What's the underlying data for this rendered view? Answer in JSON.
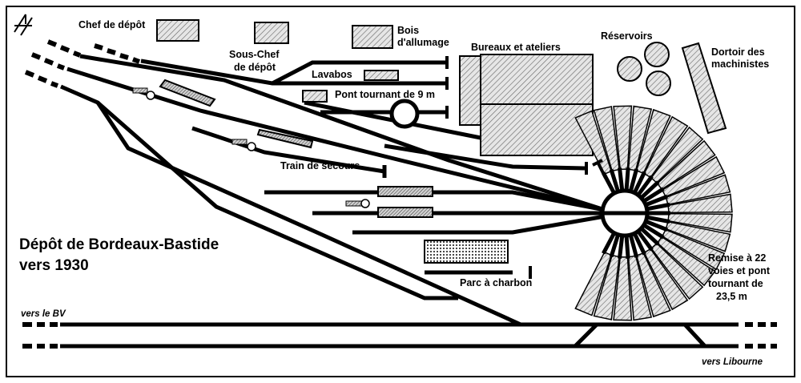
{
  "title": {
    "line1": "Dépôt de Bordeaux-Bastide",
    "line2": "vers 1930"
  },
  "labels": {
    "chef_depot": "Chef de dépôt",
    "sous_chef_l1": "Sous-Chef",
    "sous_chef_l2": "de dépôt",
    "bois_l1": "Bois",
    "bois_l2": "d'allumage",
    "bureaux": "Bureaux et ateliers",
    "reservoirs": "Réservoirs",
    "dortoir_l1": "Dortoir des",
    "dortoir_l2": "machinistes",
    "lavabos": "Lavabos",
    "pont_tournant": "Pont tournant de 9 m",
    "train_secours": "Train de secours",
    "parc_charbon": "Parc à charbon",
    "remise_l1": "Remise à 22",
    "remise_l2": "voies et pont",
    "remise_l3": "tournant de",
    "remise_l4": "23,5 m",
    "vers_bv": "vers le BV",
    "vers_libourne": "vers Libourne"
  },
  "roundhouse": {
    "tracks": 22,
    "turntable_length_m": 23.5
  },
  "small_turntable_m": 9,
  "colors": {
    "ink": "#000000",
    "background": "#ffffff",
    "hatch_fill": "#e6e6e6"
  },
  "icons": {
    "north_arrow": "compass-north-icon"
  }
}
